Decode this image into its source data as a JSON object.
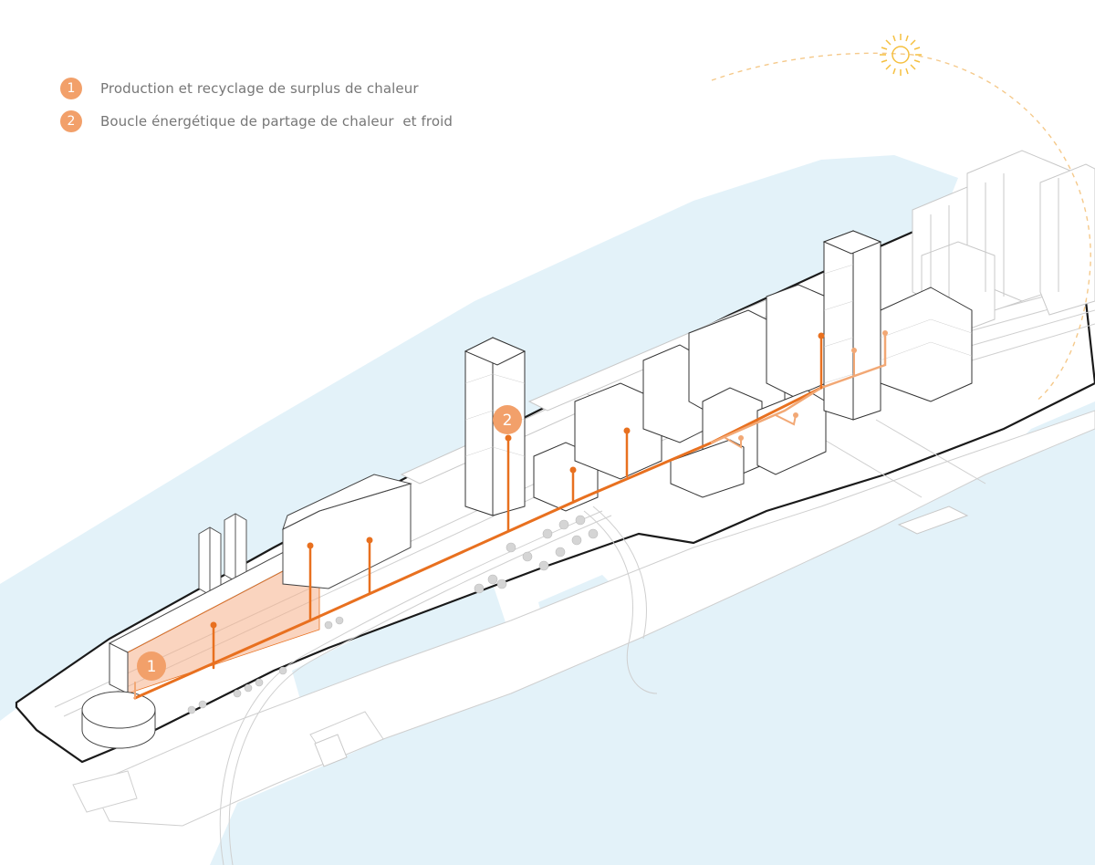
{
  "legend": {
    "items": [
      {
        "number": "1",
        "label": "Production et recyclage de surplus de chaleur"
      },
      {
        "number": "2",
        "label": "Boucle énergétique de partage de chaleur  et froid"
      }
    ]
  },
  "map_markers": {
    "marker_1": "1",
    "marker_2": "2"
  },
  "colors": {
    "water": "#e3f2f9",
    "network_line": "#e8701f",
    "network_light": "#f2a875",
    "marker_fill": "#f2a06a",
    "sun": "#f5c040",
    "building_stroke": "#3a3a3a",
    "context_stroke": "#c8c8c8",
    "legend_text": "#777777"
  }
}
